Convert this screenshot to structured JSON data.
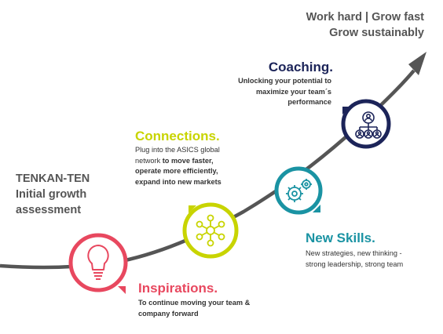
{
  "header": {
    "line1": "Work hard | Grow fast",
    "line2": "Grow sustainably"
  },
  "intro": {
    "line1": "TENKAN-TEN",
    "line2": "Initial growth",
    "line3": "assessment"
  },
  "stages": {
    "inspirations": {
      "title": "Inspirations.",
      "desc_line1": "To continue moving your team &",
      "desc_line2": "company forward",
      "color": "#e8485f",
      "icon": "lightbulb-icon"
    },
    "connections": {
      "title": "Connections.",
      "desc_line1": "Plug into the ASICS global",
      "desc_line2_a": "network ",
      "desc_line2_b": "to move faster,",
      "desc_line3": "operate more efficiently,",
      "desc_line4": "expand into new markets",
      "color": "#c8d400",
      "icon": "network-icon"
    },
    "new_skills": {
      "title": "New Skills.",
      "desc_line1": "New strategies, new thinking -",
      "desc_line2": "strong leadership, strong team",
      "color": "#1a93a3",
      "icon": "gears-icon"
    },
    "coaching": {
      "title": "Coaching.",
      "desc_line1": "Unlocking your potential to",
      "desc_line2": "maximize your team´s",
      "desc_line3": "performance",
      "color": "#1c2459",
      "icon": "team-icon"
    }
  }
}
